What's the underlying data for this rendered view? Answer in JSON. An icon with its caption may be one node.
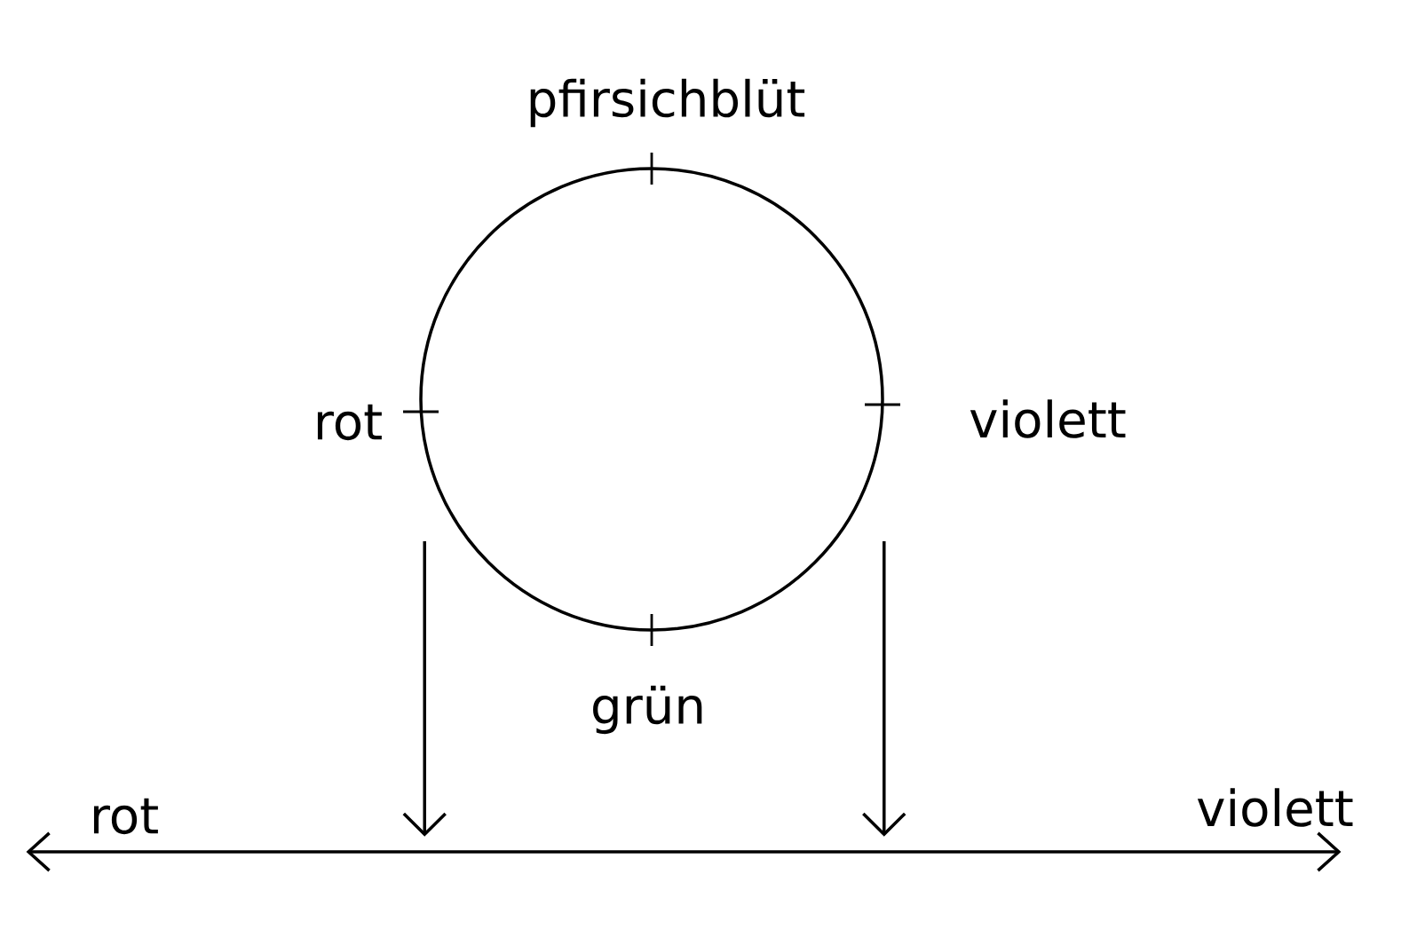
{
  "diagram": {
    "nodes": [
      {
        "text": [],
        "shape": "circle",
        "beside": [
          "pfirsichblüt",
          "rot",
          "violett",
          "grün"
        ]
      },
      {
        "text": [],
        "shape": "line",
        "beside": [
          "rot",
          "violett"
        ]
      }
    ],
    "edges": [
      {
        "from": 0,
        "to": 1,
        "arrow": "to"
      },
      {
        "from": 0,
        "to": 1,
        "arrow": "to"
      }
    ]
  }
}
